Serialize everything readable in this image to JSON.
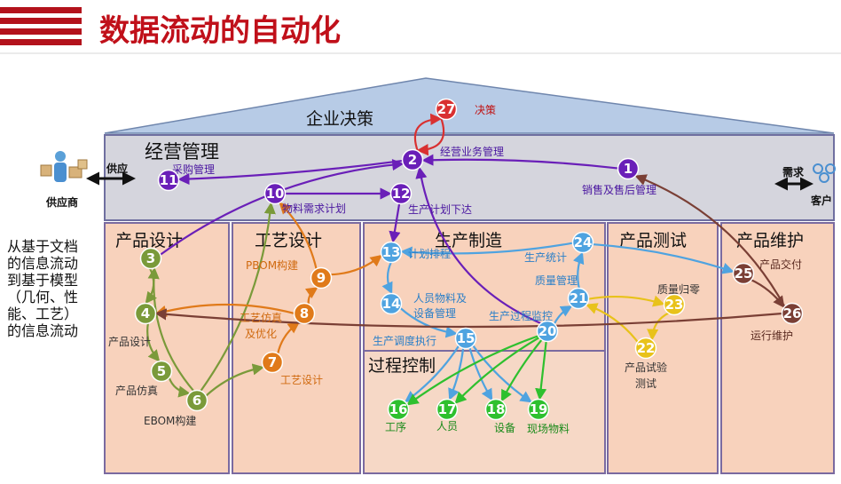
{
  "title": "数据流动的自动化",
  "roof_label": "企业决策",
  "band_label": "经营管理",
  "side_note": [
    "从基于文档",
    "的信息流动",
    "到基于模型",
    "（几何、性",
    "能、工艺）",
    "的信息流动"
  ],
  "supplier": {
    "label": "供应商",
    "arrow_label": "供应"
  },
  "customer": {
    "label": "客户",
    "arrow_label": "需求"
  },
  "sections": [
    "产品设计",
    "工艺设计",
    "生产制造",
    "产品测试",
    "产品维护",
    "过程控制"
  ],
  "colors": {
    "title_red": "#c0101a",
    "purple": "#6a1fb8",
    "green_olive": "#7a9a3a",
    "orange": "#e07a1a",
    "blue": "#4fa3e0",
    "green": "#2ec02e",
    "yellow": "#e8c21a",
    "brown": "#7a3f35",
    "red": "#d93030"
  },
  "nodes": [
    {
      "id": "1",
      "label": "销售及售后管理",
      "color": "purple"
    },
    {
      "id": "2",
      "label": "经营业务管理",
      "color": "purple"
    },
    {
      "id": "3",
      "label": "",
      "color": "green_olive"
    },
    {
      "id": "4",
      "label": "产品设计",
      "color": "green_olive"
    },
    {
      "id": "5",
      "label": "产品仿真",
      "color": "green_olive"
    },
    {
      "id": "6",
      "label": "EBOM构建",
      "color": "green_olive"
    },
    {
      "id": "7",
      "label": "工艺设计",
      "color": "orange"
    },
    {
      "id": "8",
      "label": "工艺仿真及优化",
      "color": "orange"
    },
    {
      "id": "9",
      "label": "PBOM构建",
      "color": "orange"
    },
    {
      "id": "10",
      "label": "物料需求计划",
      "color": "purple"
    },
    {
      "id": "11",
      "label": "采购管理",
      "color": "purple"
    },
    {
      "id": "12",
      "label": "生产计划下达",
      "color": "purple"
    },
    {
      "id": "13",
      "label": "计划排程",
      "color": "blue"
    },
    {
      "id": "14",
      "label": "人员物料及设备管理",
      "color": "blue"
    },
    {
      "id": "15",
      "label": "生产调度执行",
      "color": "blue"
    },
    {
      "id": "16",
      "label": "工序",
      "color": "green"
    },
    {
      "id": "17",
      "label": "人员",
      "color": "green"
    },
    {
      "id": "18",
      "label": "设备",
      "color": "green"
    },
    {
      "id": "19",
      "label": "现场物料",
      "color": "green"
    },
    {
      "id": "20",
      "label": "生产过程监控",
      "color": "blue"
    },
    {
      "id": "21",
      "label": "质量管理",
      "color": "blue"
    },
    {
      "id": "22",
      "label": "产品试验测试",
      "color": "yellow"
    },
    {
      "id": "23",
      "label": "质量归零",
      "color": "yellow"
    },
    {
      "id": "24",
      "label": "生产统计",
      "color": "blue"
    },
    {
      "id": "25",
      "label": "产品交付",
      "color": "brown"
    },
    {
      "id": "26",
      "label": "运行维护",
      "color": "brown"
    },
    {
      "id": "27",
      "label": "决策",
      "color": "red"
    }
  ],
  "edges": [
    {
      "from": "27",
      "to": "2",
      "color": "red"
    },
    {
      "from": "2",
      "to": "27",
      "color": "red"
    },
    {
      "from": "1",
      "to": "2",
      "color": "purple"
    },
    {
      "from": "2",
      "to": "11",
      "color": "purple"
    },
    {
      "from": "10",
      "to": "12",
      "color": "purple"
    },
    {
      "from": "12",
      "to": "13",
      "color": "purple"
    },
    {
      "from": "3",
      "to": "2",
      "color": "purple"
    },
    {
      "from": "3",
      "to": "4",
      "color": "green_olive"
    },
    {
      "from": "4",
      "to": "5",
      "color": "green_olive"
    },
    {
      "from": "5",
      "to": "6",
      "color": "green_olive"
    },
    {
      "from": "6",
      "to": "10",
      "color": "green_olive"
    },
    {
      "from": "6",
      "to": "7",
      "color": "green_olive"
    },
    {
      "from": "6",
      "to": "3",
      "color": "green_olive"
    },
    {
      "from": "7",
      "to": "8",
      "color": "orange"
    },
    {
      "from": "8",
      "to": "9",
      "color": "orange"
    },
    {
      "from": "8",
      "to": "4",
      "color": "orange"
    },
    {
      "from": "9",
      "to": "10",
      "color": "orange"
    },
    {
      "from": "9",
      "to": "13",
      "color": "orange"
    },
    {
      "from": "13",
      "to": "14",
      "color": "blue"
    },
    {
      "from": "14",
      "to": "15",
      "color": "blue"
    },
    {
      "from": "15",
      "to": "16",
      "color": "blue"
    },
    {
      "from": "15",
      "to": "17",
      "color": "blue"
    },
    {
      "from": "15",
      "to": "18",
      "color": "blue"
    },
    {
      "from": "15",
      "to": "19",
      "color": "blue"
    },
    {
      "from": "20",
      "to": "16",
      "color": "green"
    },
    {
      "from": "20",
      "to": "17",
      "color": "green"
    },
    {
      "from": "20",
      "to": "18",
      "color": "green"
    },
    {
      "from": "20",
      "to": "19",
      "color": "green"
    },
    {
      "from": "20",
      "to": "21",
      "color": "blue"
    },
    {
      "from": "21",
      "to": "24",
      "color": "blue"
    },
    {
      "from": "24",
      "to": "13",
      "color": "blue"
    },
    {
      "from": "24",
      "to": "25",
      "color": "blue"
    },
    {
      "from": "21",
      "to": "23",
      "color": "yellow"
    },
    {
      "from": "23",
      "to": "22",
      "color": "yellow"
    },
    {
      "from": "22",
      "to": "21",
      "color": "yellow"
    },
    {
      "from": "25",
      "to": "26",
      "color": "brown"
    },
    {
      "from": "26",
      "to": "1",
      "color": "brown"
    },
    {
      "from": "26",
      "to": "4",
      "color": "brown"
    },
    {
      "from": "20",
      "to": "2",
      "color": "purple"
    }
  ]
}
